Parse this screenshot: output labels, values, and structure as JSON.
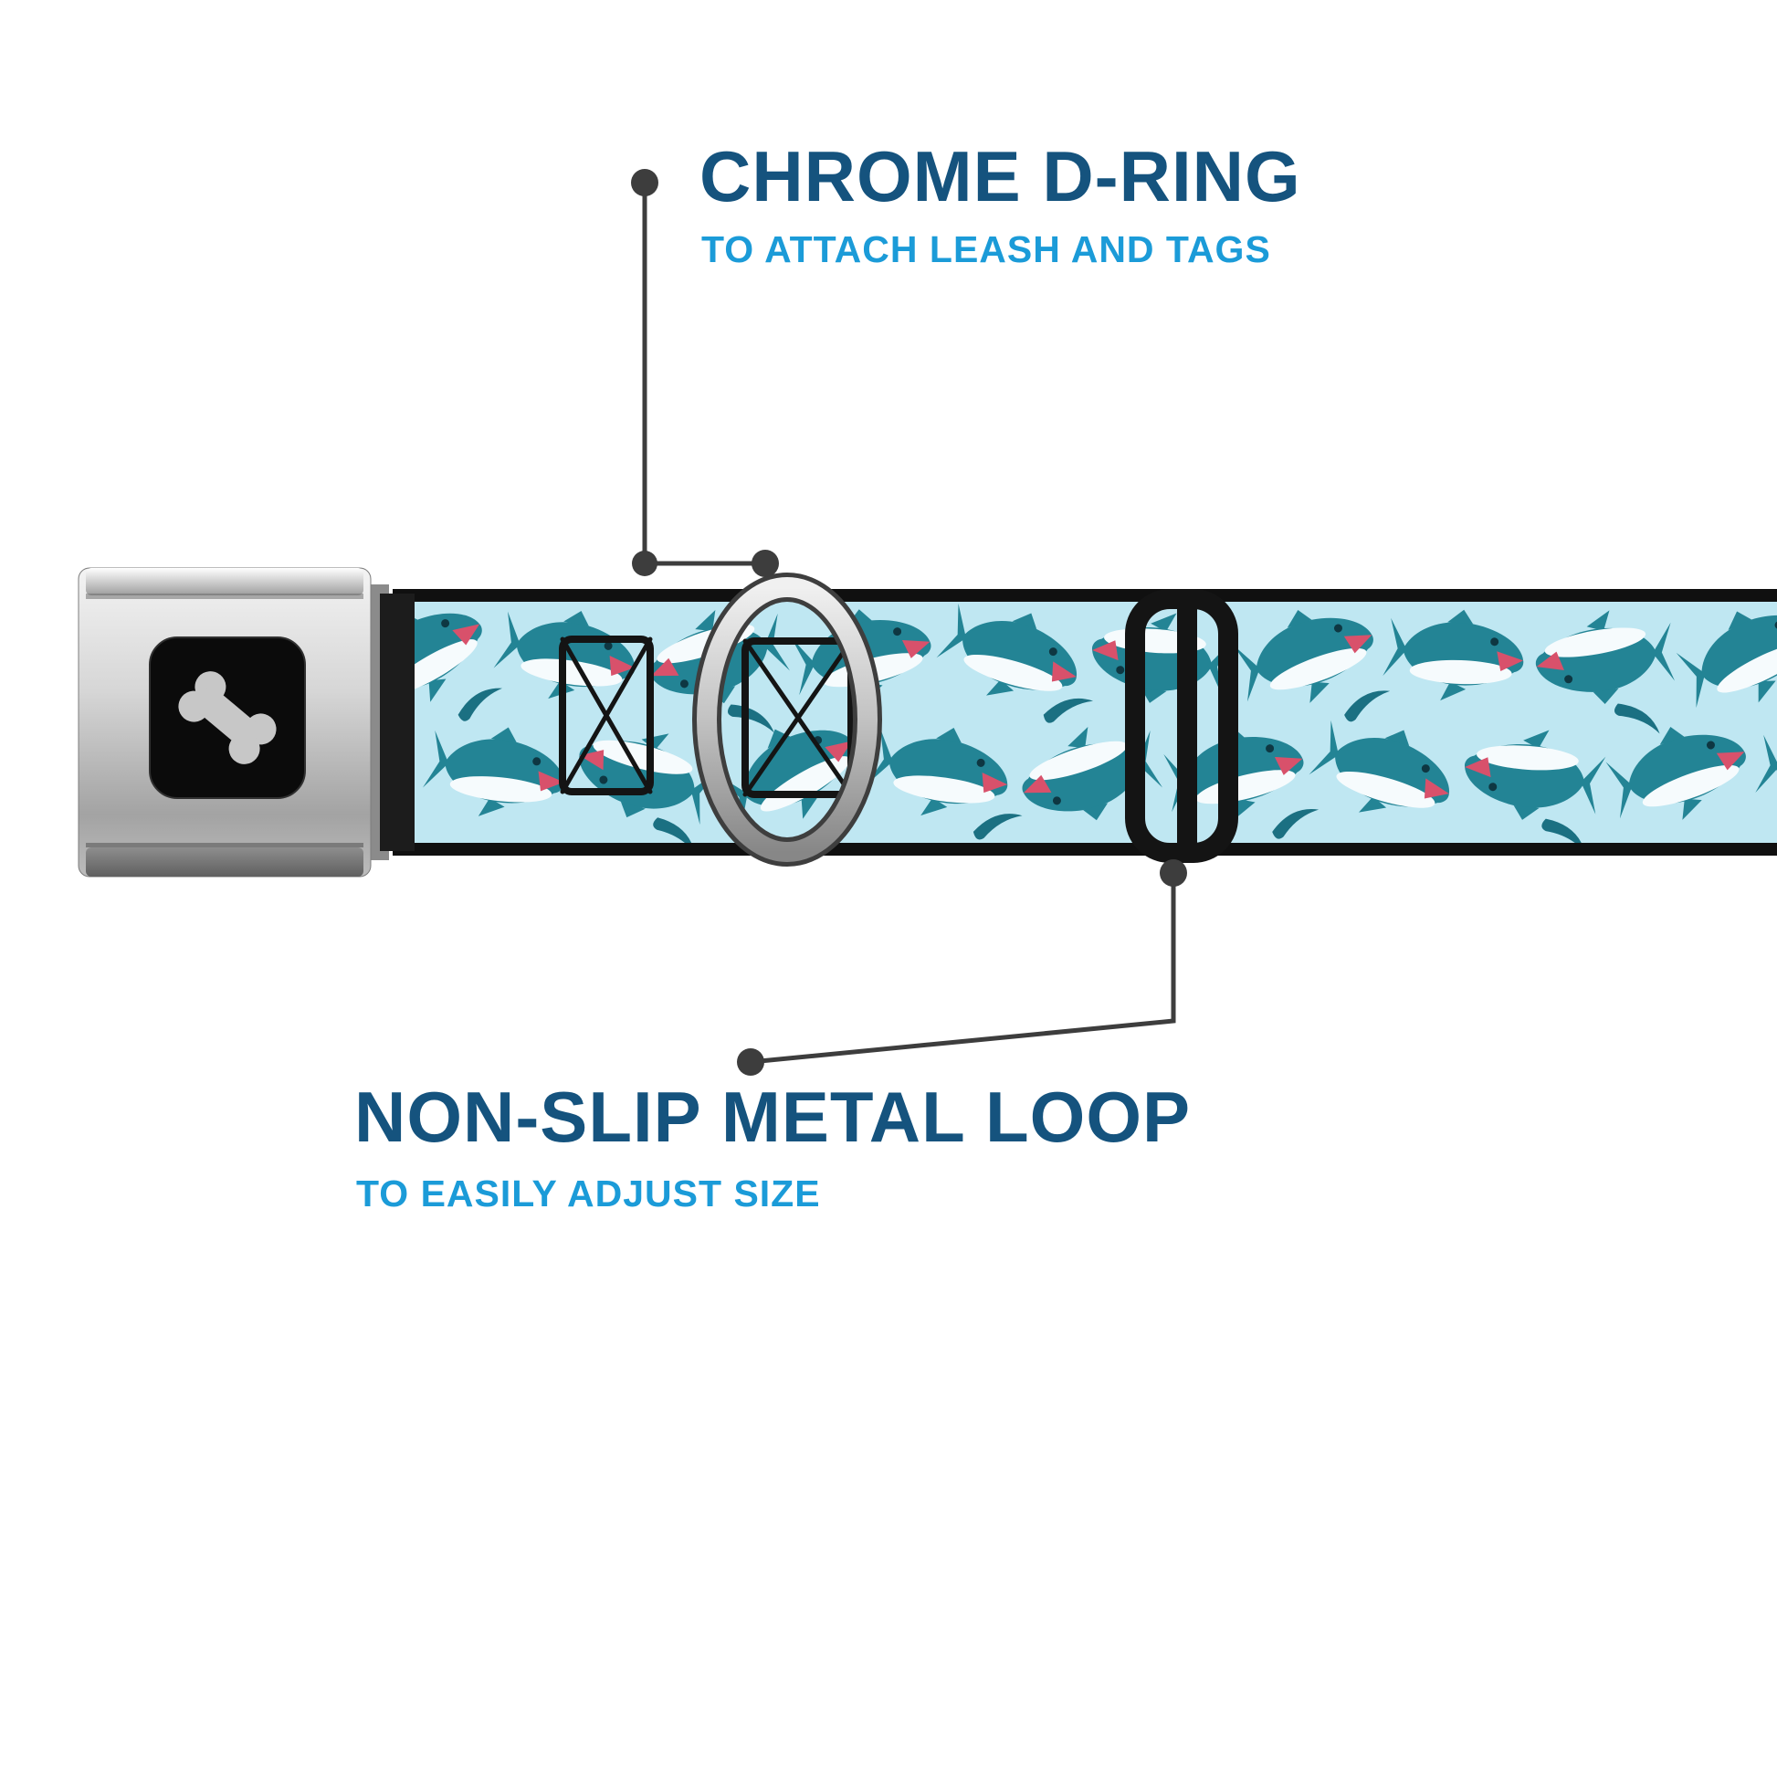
{
  "callouts": {
    "top": {
      "title": "CHROME D-RING",
      "subtitle": "TO ATTACH LEASH AND TAGS"
    },
    "bottom": {
      "title": "NON-SLIP METAL LOOP",
      "subtitle": "TO EASILY ADJUST SIZE"
    }
  },
  "icons": {
    "buckle_logo": "dog-bone-icon"
  },
  "colors": {
    "title_navy": "#15537e",
    "subtitle_blue": "#1b9bd8",
    "strap_light_blue": "#bfe7f2",
    "shark_teal": "#238495",
    "shark_mouth_red": "#d8516b",
    "callout_line_gray": "#3d3d3d"
  }
}
